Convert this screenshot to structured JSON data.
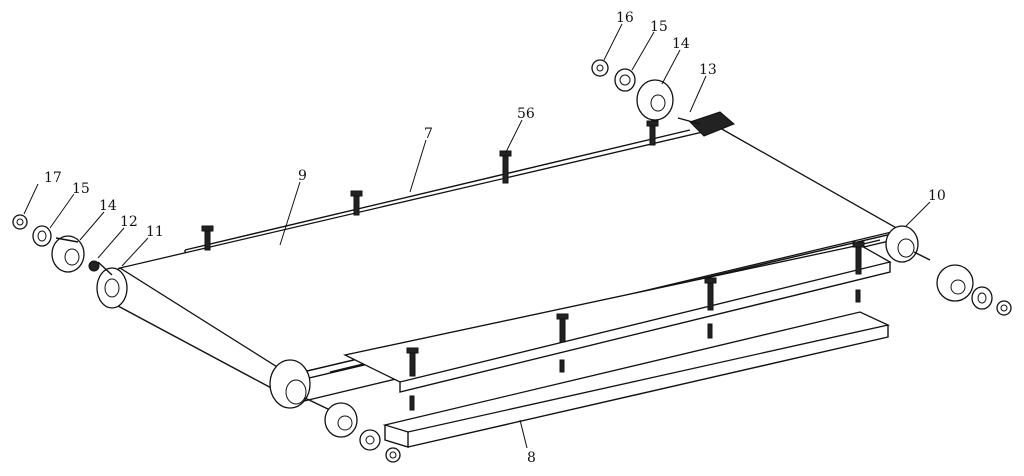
{
  "diagram": {
    "labels": {
      "p7": "7",
      "p8": "8",
      "p9": "9",
      "p10": "10",
      "p11": "11",
      "p12": "12",
      "p13": "13",
      "p14_left": "14",
      "p14_right": "14",
      "p15_left": "15",
      "p15_right": "15",
      "p16": "16",
      "p17": "17",
      "p56": "56"
    }
  }
}
